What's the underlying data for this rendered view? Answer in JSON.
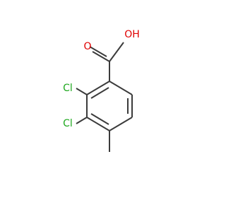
{
  "labels": {
    "carbonyl_oxygen": "O",
    "hydroxyl": "OH",
    "chlorine_top": "Cl",
    "chlorine_bottom": "Cl"
  },
  "colors": {
    "bond": "#3b3b3b",
    "oxygen": "#e00000",
    "chlorine": "#1fa81f",
    "background": "#ffffff"
  }
}
